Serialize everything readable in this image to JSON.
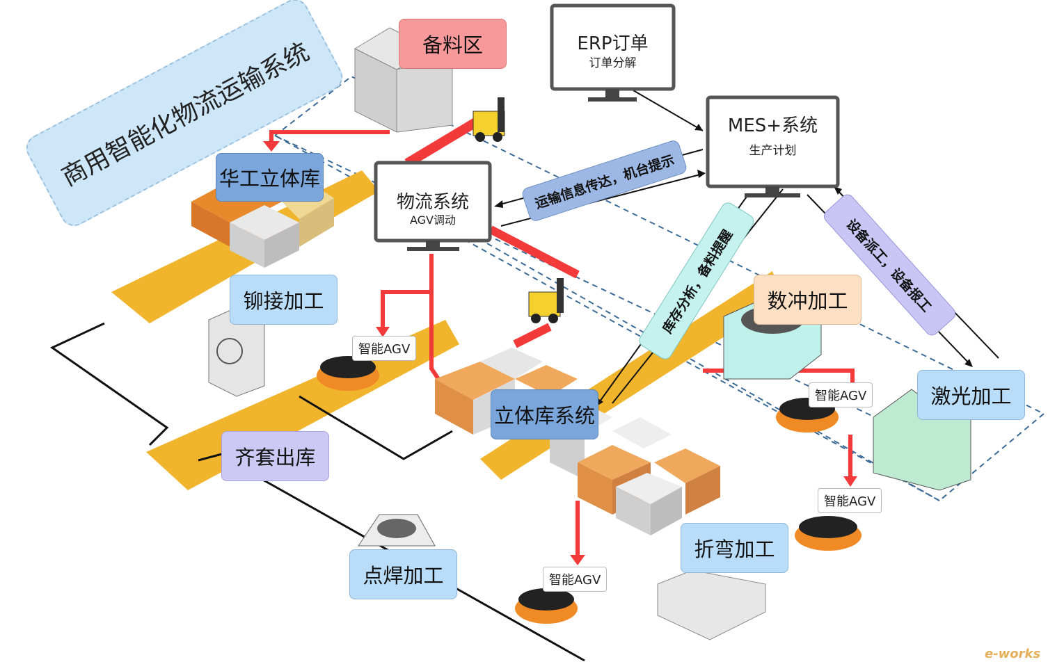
{
  "title": "商用智能化物流运输系统",
  "monitors": {
    "erp": {
      "title": "ERP订单",
      "sub": "订单分解"
    },
    "mes": {
      "title": "MES+系统",
      "sub": "生产计划"
    },
    "logistics": {
      "title": "物流系统",
      "sub": "AGV调动"
    }
  },
  "labels": {
    "prep_area": "备料区",
    "hg_warehouse": "华工立体库",
    "riveting": "铆接加工",
    "kitting_out": "齐套出库",
    "spot_welding": "点焊加工",
    "warehouse_system": "立体库系统",
    "punching": "数冲加工",
    "laser": "激光加工",
    "bending": "折弯加工"
  },
  "agv_label": "智能AGV",
  "agvs": [
    "智能AGV",
    "智能AGV",
    "智能AGV",
    "智能AGV"
  ],
  "arrows_text": {
    "transport_info": "运输信息传达，机台提示",
    "inventory": "库存分析，备料提醒",
    "equipment": "设备派工，设备报工"
  },
  "watermark": "e-works",
  "colors": {
    "red_flow": "#f33a3a",
    "conveyor": "#f0b52c",
    "dashed_boundary": "#3b6a96"
  }
}
